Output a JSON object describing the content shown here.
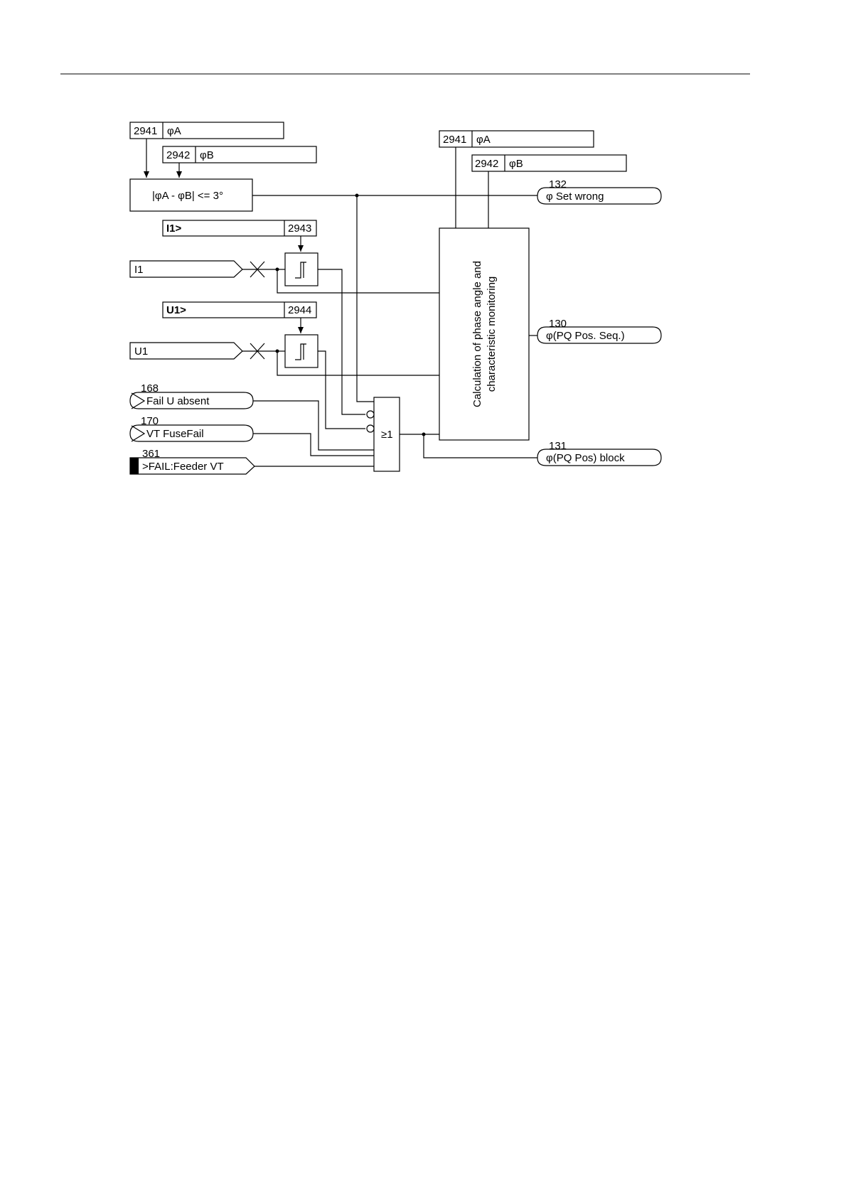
{
  "settings": {
    "phiA_left": {
      "addr": "2941",
      "name": "φA"
    },
    "phiB_left": {
      "addr": "2942",
      "name": "φB"
    },
    "phiA_right": {
      "addr": "2941",
      "name": "φA"
    },
    "phiB_right": {
      "addr": "2942",
      "name": "φB"
    },
    "i1_threshold": {
      "addr": "2943",
      "name": "I1>"
    },
    "u1_threshold": {
      "addr": "2944",
      "name": "U1>"
    }
  },
  "logic": {
    "compare_label": "|φA - φB| <= 3°",
    "or_gate_label": "≥1",
    "calc_block_line1": "Calculation of phase angle and",
    "calc_block_line2": "characteristic monitoring"
  },
  "inputs": {
    "i1": "I1",
    "u1": "U1",
    "fail_u_absent": {
      "number": "168",
      "label": "Fail U absent"
    },
    "vt_fusefail": {
      "number": "170",
      "label": "VT FuseFail"
    },
    "fail_feeder_vt": {
      "number": "361",
      "label": ">FAIL:Feeder VT"
    }
  },
  "outputs": {
    "set_wrong": {
      "number": "132",
      "label": "φ Set wrong"
    },
    "pq_pos_seq": {
      "number": "130",
      "label": "φ(PQ Pos. Seq.)"
    },
    "pq_pos_block": {
      "number": "131",
      "label": "φ(PQ Pos) block"
    }
  }
}
